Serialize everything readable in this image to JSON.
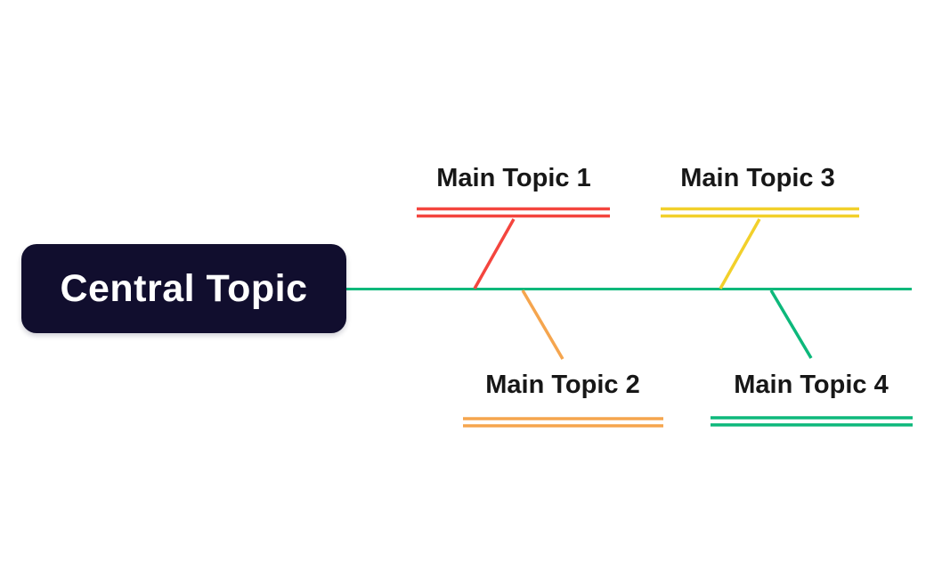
{
  "diagram": {
    "type": "fishbone-mindmap",
    "background_color": "#ffffff",
    "central_topic": {
      "label": "Central Topic",
      "bg_color": "#110E2E",
      "text_color": "#FFFFFF"
    },
    "spine_color": "#0DB87B",
    "branches": [
      {
        "label": "Main Topic 1",
        "color": "#F4453E",
        "side": "top"
      },
      {
        "label": "Main Topic 2",
        "color": "#F5A54E",
        "side": "bottom"
      },
      {
        "label": "Main Topic 3",
        "color": "#F2D02B",
        "side": "top"
      },
      {
        "label": "Main Topic 4",
        "color": "#0DB87B",
        "side": "bottom"
      }
    ]
  }
}
